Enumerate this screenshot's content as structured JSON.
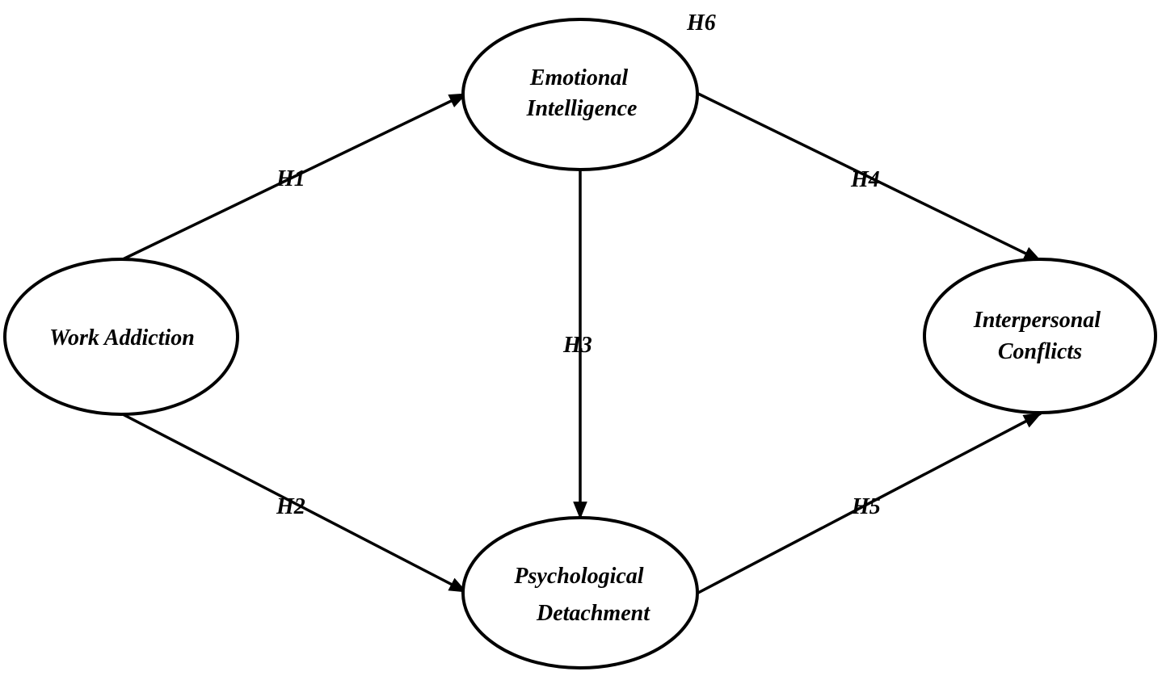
{
  "nodes": {
    "work_addiction": {
      "lines": [
        "Work Addiction"
      ]
    },
    "emotional_intelligence": {
      "lines": [
        "Emotional",
        "Intelligence"
      ]
    },
    "psychological_detachment": {
      "lines": [
        "Psychological",
        "Detachment"
      ]
    },
    "interpersonal_conflicts": {
      "lines": [
        "Interpersonal",
        "Conflicts"
      ]
    }
  },
  "edges": [
    {
      "id": "h1",
      "from": "Work Addiction",
      "to": "Emotional Intelligence",
      "label": "H1"
    },
    {
      "id": "h2",
      "from": "Work Addiction",
      "to": "Psychological Detachment",
      "label": "H2"
    },
    {
      "id": "h3",
      "from": "Emotional Intelligence",
      "to": "Psychological Detachment",
      "label": "H3"
    },
    {
      "id": "h4",
      "from": "Emotional Intelligence",
      "to": "Interpersonal Conflicts",
      "label": "H4"
    },
    {
      "id": "h5",
      "from": "Psychological Detachment",
      "to": "Interpersonal Conflicts",
      "label": "H5"
    }
  ],
  "annotations": {
    "h6": "H6"
  }
}
